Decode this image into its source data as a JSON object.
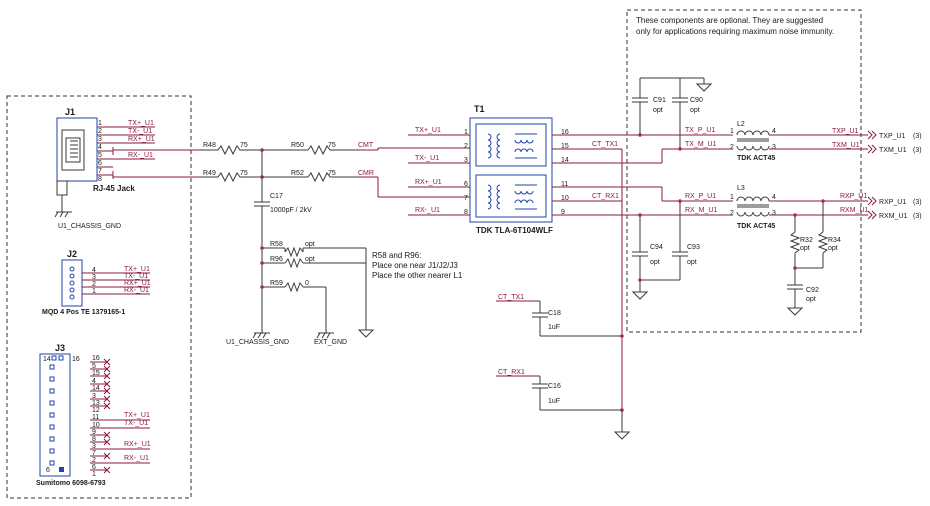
{
  "note_optional": [
    "These components are optional. They are suggested",
    "only for applications requiring maximum noise immunity."
  ],
  "j1": {
    "ref": "J1",
    "name": "RJ-45 Jack",
    "pins": [
      "1",
      "2",
      "3",
      "4",
      "5",
      "6",
      "7",
      "8"
    ],
    "nets": [
      "TX+_U1",
      "TX-_U1",
      "RX+_U1",
      "",
      "RX-_U1"
    ],
    "gnd": "U1_CHASSIS_GND"
  },
  "j2": {
    "ref": "J2",
    "name": "MQD 4 Pos  TE 1379165-1",
    "pins": [
      "4",
      "3",
      "2",
      "1"
    ],
    "nets": [
      "TX+_U1",
      "TX-_U1",
      "RX+_U1",
      "RX-_U1"
    ]
  },
  "j3": {
    "ref": "J3",
    "name": "Sumitomo 6098-6793",
    "top_left": "14",
    "top_right": "16",
    "bottom_left": "6",
    "pins": [
      "16",
      "5",
      "15",
      "4",
      "14",
      "3",
      "13",
      "12",
      "11",
      "10",
      "9",
      "8",
      "3",
      "7",
      "2",
      "6",
      "1"
    ],
    "nets": [
      "TX+_U1",
      "TX-_U1",
      "RX+_U1",
      "RX-_U1"
    ]
  },
  "r48": {
    "ref": "R48",
    "val": "75"
  },
  "r49": {
    "ref": "R49",
    "val": "75"
  },
  "r50": {
    "ref": "R50",
    "val": "75"
  },
  "r52": {
    "ref": "R52",
    "val": "75"
  },
  "cmt": "CMT",
  "cmr": "CMR",
  "c17": {
    "ref": "C17",
    "val": "1000pF / 2kV"
  },
  "r58": {
    "ref": "R58",
    "val": "opt"
  },
  "r96": {
    "ref": "R96",
    "val": "opt"
  },
  "r59": {
    "ref": "R59",
    "val": "0"
  },
  "gnd_chassis": "U1_CHASSIS_GND",
  "gnd_ext": "EXT_GND",
  "note_r58": [
    "R58 and R96:",
    "Place one near J1/J2/J3",
    "Place the other nearer L1"
  ],
  "t1": {
    "ref": "T1",
    "name": "TDK TLA-6T104WLF",
    "left_pins": [
      "1",
      "2",
      "3",
      "6",
      "7",
      "8"
    ],
    "right_pins": [
      "16",
      "15",
      "14",
      "11",
      "10",
      "9"
    ],
    "left_nets": [
      "TX+_U1",
      "TX-_U1",
      "RX+_U1",
      "RX-_U1"
    ],
    "ct_tx": "CT_TX1",
    "ct_rx": "CT_RX1"
  },
  "c91": {
    "ref": "C91",
    "val": "opt"
  },
  "c90": {
    "ref": "C90",
    "val": "opt"
  },
  "c94": {
    "ref": "C94",
    "val": "opt"
  },
  "c93": {
    "ref": "C93",
    "val": "opt"
  },
  "c18": {
    "ref": "C18",
    "val": "1uF",
    "net": "CT_TX1"
  },
  "c16": {
    "ref": "C16",
    "val": "1uF",
    "net": "CT_RX1"
  },
  "l2": {
    "ref": "L2",
    "name": "TDK ACT45",
    "pins": [
      "1",
      "4",
      "2",
      "3"
    ]
  },
  "l3": {
    "ref": "L3",
    "name": "TDK ACT45",
    "pins": [
      "1",
      "4",
      "2",
      "3"
    ]
  },
  "nets_right": [
    "TX_P_U1",
    "TX_M_U1",
    "RX_P_U1",
    "RX_M_U1"
  ],
  "out_ports": [
    "TXP_U1",
    "TXM_U1",
    "RXP_U1",
    "RXM_U1"
  ],
  "out_refs": [
    "(3)",
    "(3)",
    "(3)",
    "(3)"
  ],
  "r32": {
    "ref": "R32",
    "val": "opt"
  },
  "r34": {
    "ref": "R34",
    "val": "opt"
  },
  "c92": {
    "ref": "C92",
    "val": "opt"
  }
}
